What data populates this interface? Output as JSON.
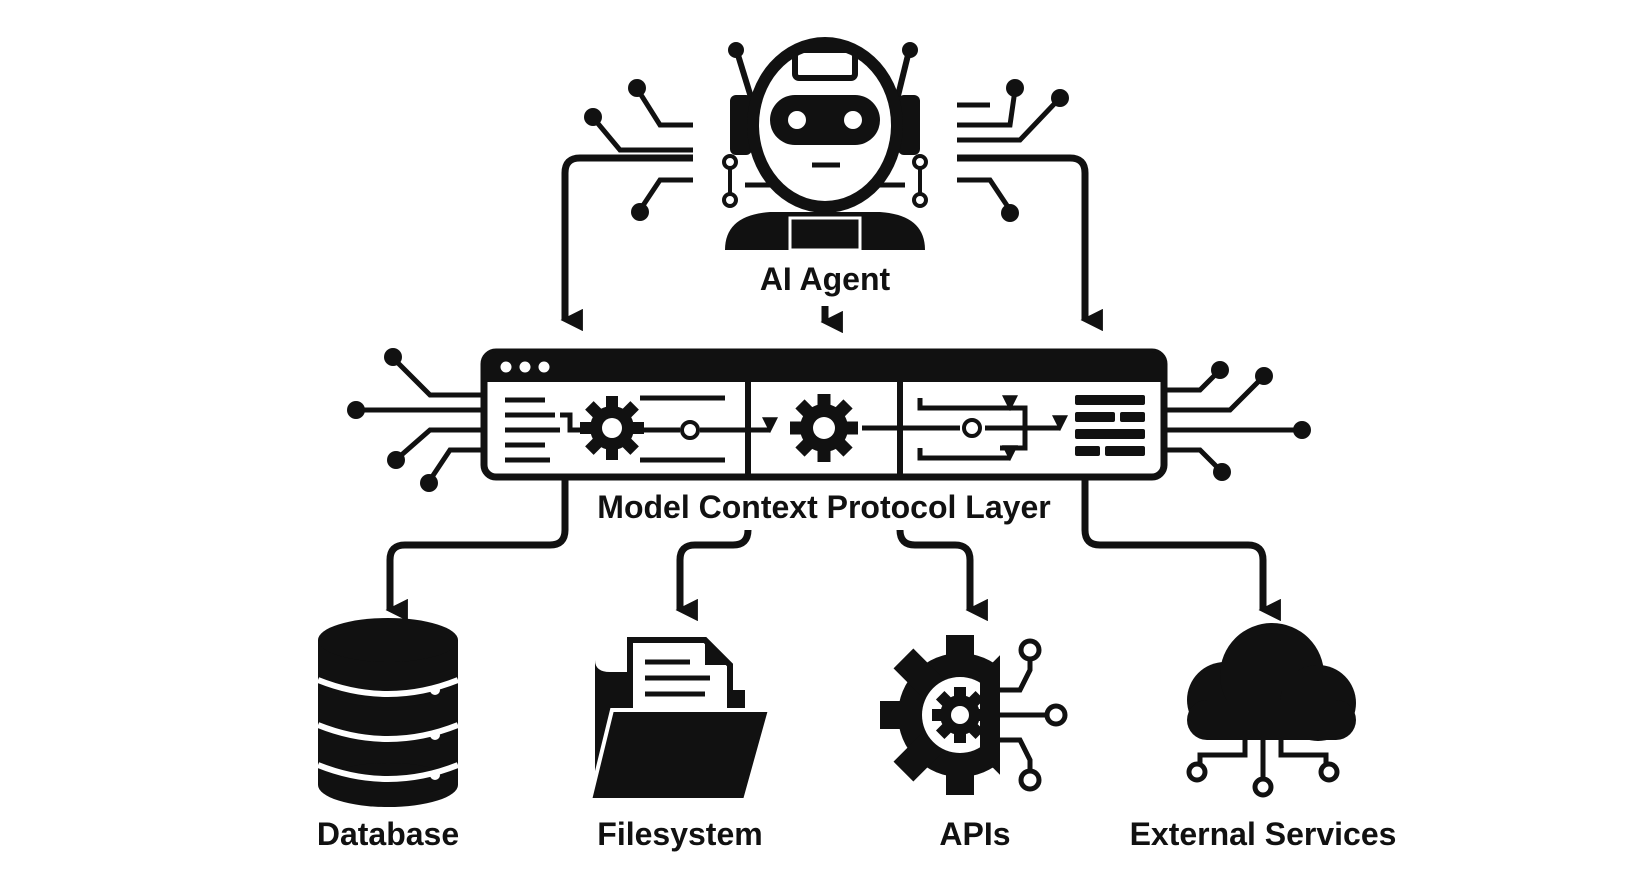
{
  "diagram": {
    "agent_label": "AI Agent",
    "layer_label": "Model Context Protocol Layer",
    "targets": [
      {
        "id": "database",
        "label": "Database",
        "icon": "database-icon"
      },
      {
        "id": "filesystem",
        "label": "Filesystem",
        "icon": "folder-icon"
      },
      {
        "id": "apis",
        "label": "APIs",
        "icon": "api-gear-icon"
      },
      {
        "id": "external-services",
        "label": "External Services",
        "icon": "cloud-icon"
      }
    ]
  },
  "colors": {
    "ink": "#111111",
    "background": "#ffffff"
  }
}
